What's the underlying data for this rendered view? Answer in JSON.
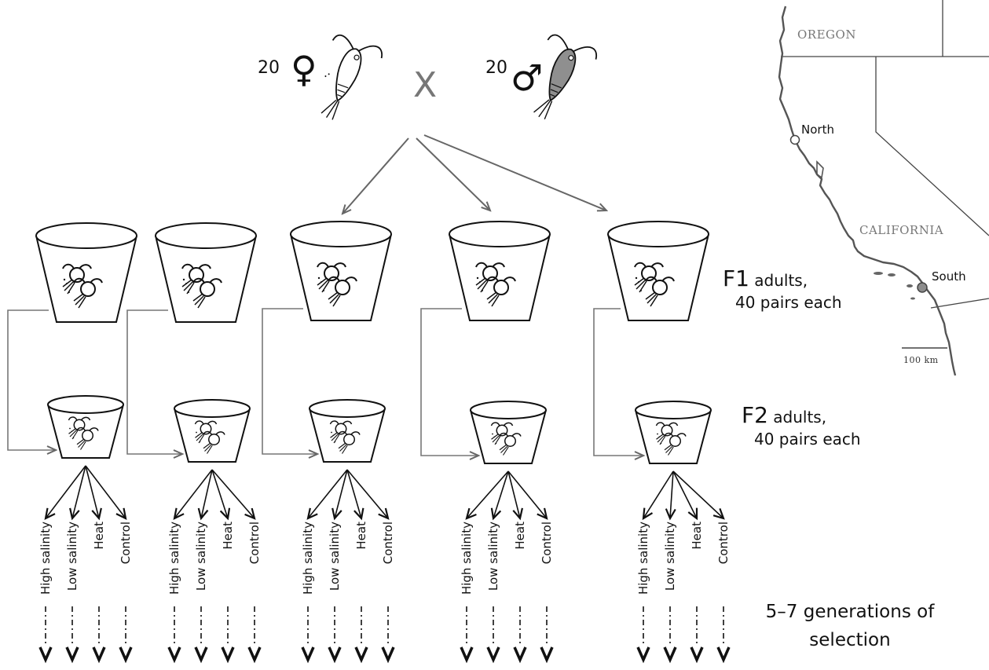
{
  "parents": {
    "female_count": "20",
    "male_count": "20",
    "cross_symbol": "X",
    "female_symbol": "♀",
    "male_symbol": "♂"
  },
  "generations": {
    "f1_head": "F1",
    "f1_tail": " adults,",
    "f1_sub": "40 pairs each",
    "f2_head": "F2",
    "f2_tail": " adults,",
    "f2_sub": "40 pairs each",
    "selection_line1": "5–7 generations of",
    "selection_line2": "selection"
  },
  "treatments": [
    "High salinity",
    "Low salinity",
    "Heat",
    "Control"
  ],
  "map": {
    "state_north": "OREGON",
    "state_south": "CALIFORNIA",
    "site_north": "North",
    "site_south": "South",
    "scale_label": "100 km",
    "colors": {
      "north_site": "#ffffff",
      "south_site": "#8c8c8c",
      "coast": "#555555",
      "border": "#444444"
    }
  },
  "colors": {
    "arrow_gray": "#666666",
    "line_gray": "#777777",
    "male_fill": "#8f8f8f",
    "ink": "#111111"
  }
}
